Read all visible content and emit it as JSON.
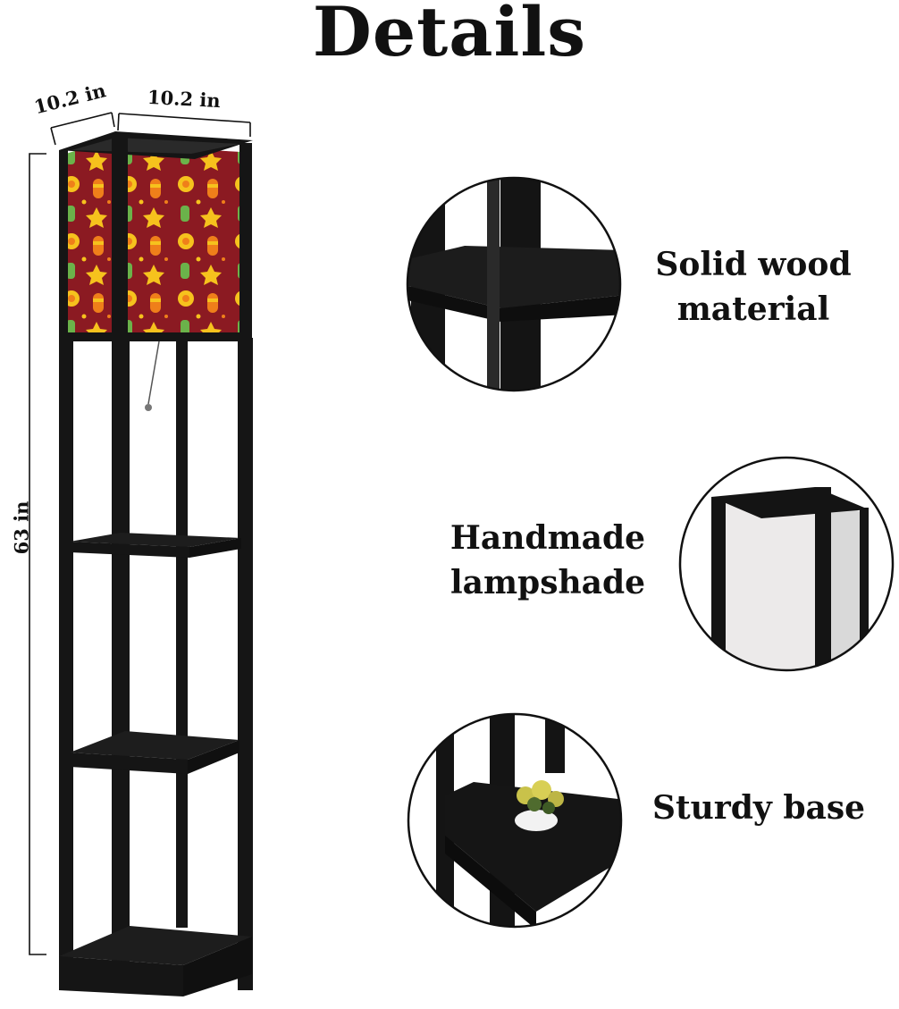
{
  "header": {
    "title": "Details"
  },
  "dimensions": {
    "width_1": "10.2 in",
    "width_2": "10.2 in",
    "height": "63 in"
  },
  "features": [
    {
      "lines": [
        "Solid wood",
        "material"
      ],
      "icon": "wood-frame-closeup"
    },
    {
      "lines": [
        "Handmade",
        "lampshade"
      ],
      "icon": "lampshade-closeup"
    },
    {
      "lines": [
        "Sturdy base"
      ],
      "icon": "base-closeup"
    }
  ],
  "colors": {
    "frame": "#151515",
    "shade_background": "#8b1a22",
    "shade_accent_yellow": "#f6c21d",
    "shade_accent_orange": "#ef7f1a",
    "shade_accent_green": "#6bb24a"
  }
}
